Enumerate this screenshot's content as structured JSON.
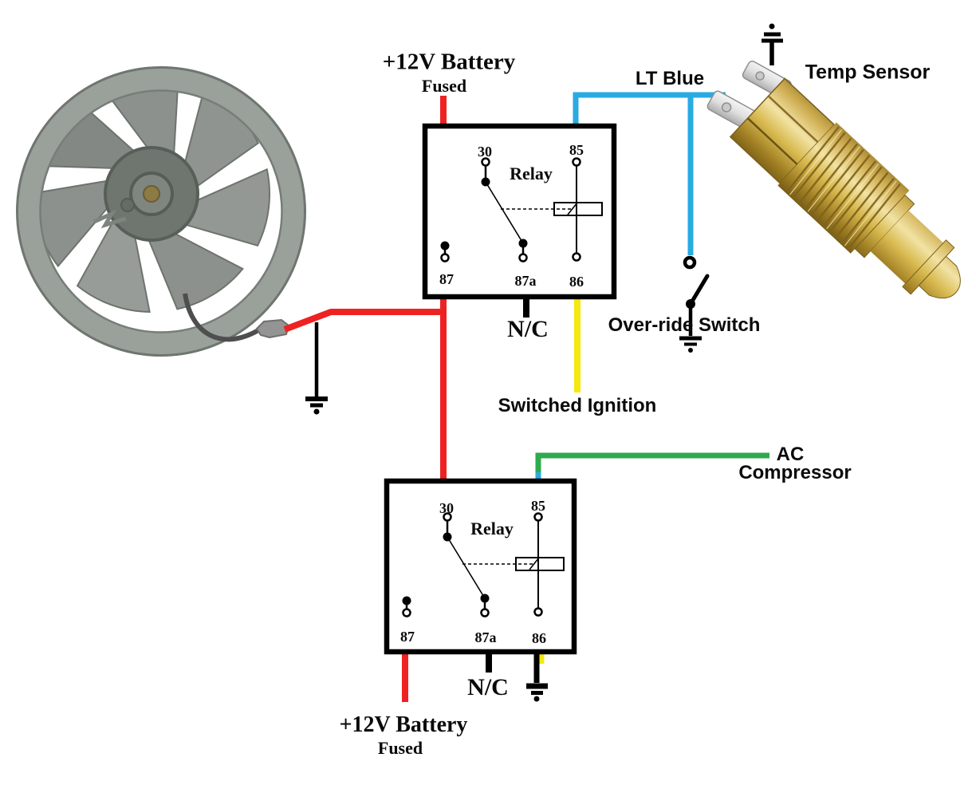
{
  "labels": {
    "battery_top": {
      "title": "+12V Battery",
      "subtitle": "Fused"
    },
    "battery_bottom": {
      "title": "+12V Battery",
      "subtitle": "Fused"
    },
    "lt_blue": "LT Blue",
    "temp_sensor": "Temp Sensor",
    "override_switch": "Over-ride Switch",
    "switched_ignition": "Switched Ignition",
    "ac_compressor_line1": "AC",
    "ac_compressor_line2": "Compressor",
    "nc_top": "N/C",
    "nc_bottom": "N/C"
  },
  "relay": {
    "title": "Relay",
    "pins": {
      "p30": "30",
      "p85": "85",
      "p86": "86",
      "p87": "87",
      "p87a": "87a"
    }
  },
  "wire_colors": {
    "battery_12v": "#ee2222",
    "lt_blue": "#29abe2",
    "switched_ignition": "#f5e90f",
    "ac_compressor": "#2faa4e",
    "ground": "#000000"
  }
}
